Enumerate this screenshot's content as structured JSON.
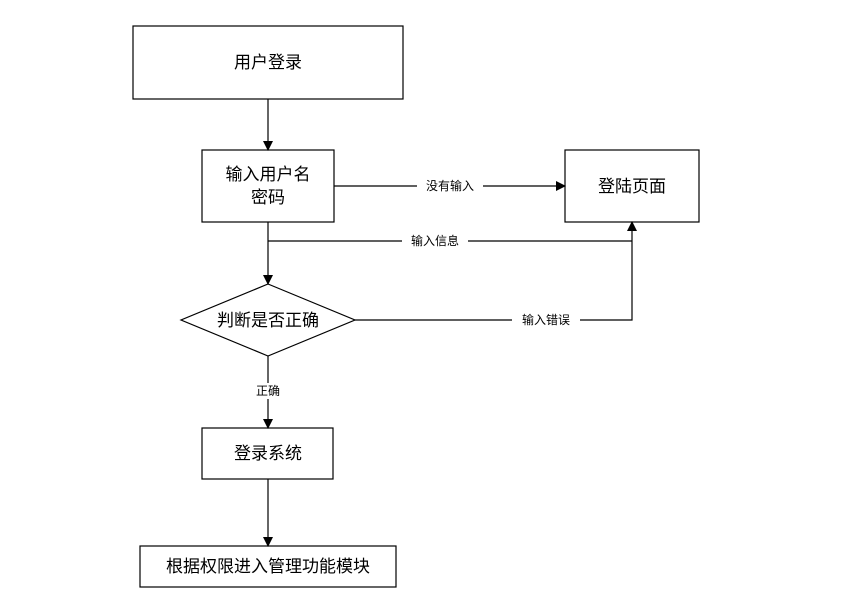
{
  "nodes": {
    "user_login": "用户登录",
    "input_line1": "输入用户名",
    "input_line2": "密码",
    "login_page": "登陆页面",
    "check": "判断是否正确",
    "login_system": "登录系统",
    "modules": "根据权限进入管理功能模块"
  },
  "edges": {
    "no_input": "没有输入",
    "input_info": "输入信息",
    "input_error": "输入错误",
    "correct": "正确"
  }
}
